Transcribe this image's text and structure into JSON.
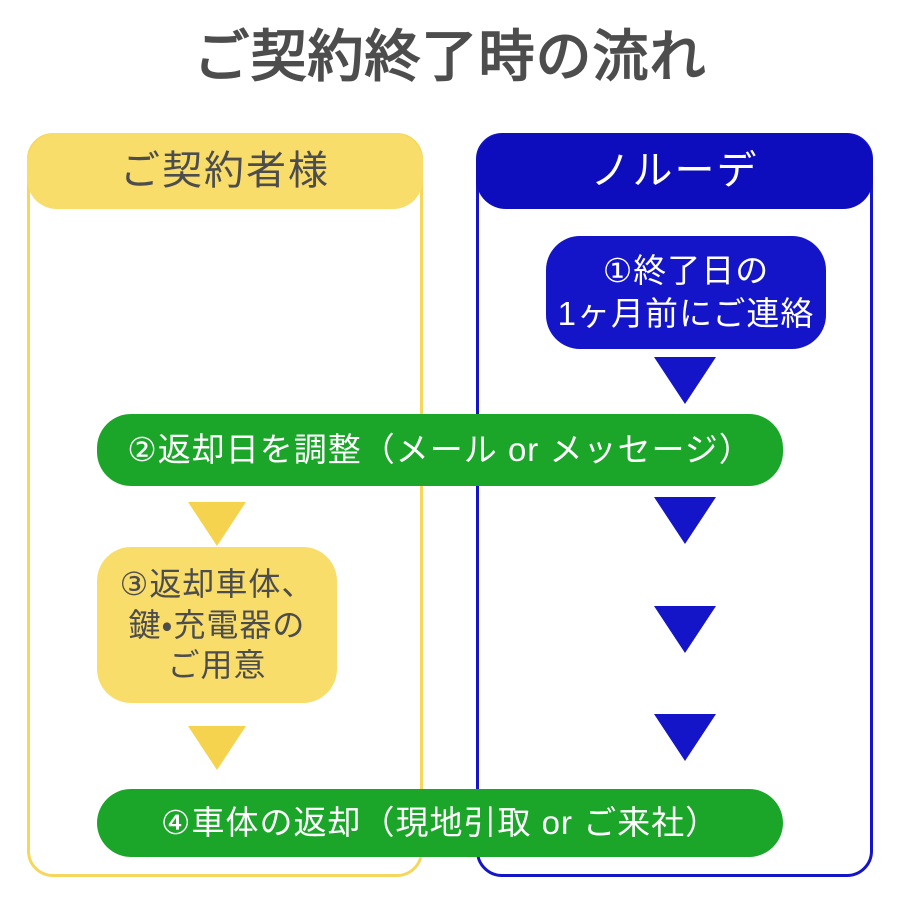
{
  "title": "ご契約終了時の流れ",
  "colors": {
    "title_text": "#4d4d4d",
    "yellow": "#f9dd6a",
    "yellow_arrow": "#f6d34f",
    "blue": "#1414c8",
    "blue_header": "#0d0dbe",
    "green": "#1ba62a",
    "white": "#ffffff",
    "background": "#ffffff"
  },
  "lanes": [
    {
      "id": "customer",
      "header": "ご契約者様",
      "accent": "#f9dd6a"
    },
    {
      "id": "norude",
      "header": "ノルーデ",
      "accent": "#1414c8"
    }
  ],
  "steps": [
    {
      "id": "step-1",
      "number": "①",
      "lane": "norude",
      "color": "#1414c8",
      "lines": [
        "①終了日の",
        "1ヶ月前にご連絡"
      ]
    },
    {
      "id": "step-2",
      "number": "②",
      "lane": "both",
      "color": "#1ba62a",
      "lines": [
        "②返却日を調整（メール or メッセージ）"
      ]
    },
    {
      "id": "step-3",
      "number": "③",
      "lane": "customer",
      "color": "#f9dd6a",
      "lines": [
        "③返却車体、",
        "鍵・充電器の",
        "ご用意"
      ]
    },
    {
      "id": "step-4",
      "number": "④",
      "lane": "both",
      "color": "#1ba62a",
      "lines": [
        "④車体の返却（現地引取 or ご来社）"
      ]
    }
  ],
  "arrows": [
    {
      "id": "arrow-b1",
      "lane": "norude",
      "color": "#1414c8",
      "direction": "down"
    },
    {
      "id": "arrow-b2",
      "lane": "norude",
      "color": "#1414c8",
      "direction": "down"
    },
    {
      "id": "arrow-b3",
      "lane": "norude",
      "color": "#1414c8",
      "direction": "down"
    },
    {
      "id": "arrow-b4",
      "lane": "norude",
      "color": "#1414c8",
      "direction": "down"
    },
    {
      "id": "arrow-y1",
      "lane": "customer",
      "color": "#f6d34f",
      "direction": "down"
    },
    {
      "id": "arrow-y2",
      "lane": "customer",
      "color": "#f6d34f",
      "direction": "down"
    }
  ]
}
